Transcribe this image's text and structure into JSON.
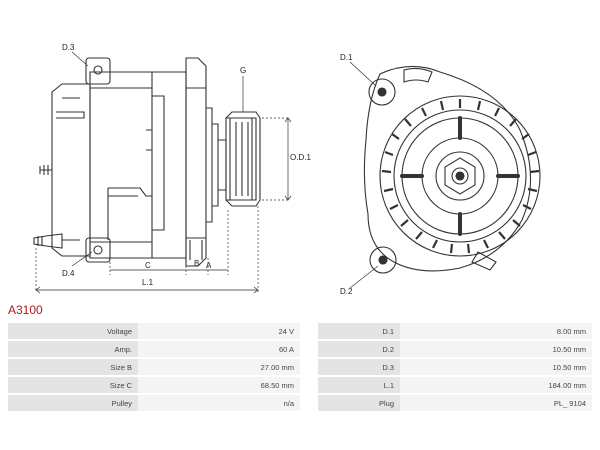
{
  "diagram": {
    "side_labels": {
      "d3": "D.3",
      "g": "G",
      "od1": "O.D.1",
      "d4": "D.4",
      "c": "C",
      "b": "B",
      "a": "A",
      "l1": "L.1"
    },
    "front_labels": {
      "d1": "D.1",
      "d2": "D.2"
    }
  },
  "product": {
    "code": "A3100"
  },
  "specs": [
    {
      "k1": "Voltage",
      "v1": "24 V",
      "k2": "D.1",
      "v2": "8.00 mm"
    },
    {
      "k1": "Amp.",
      "v1": "60 A",
      "k2": "D.2",
      "v2": "10.50 mm"
    },
    {
      "k1": "Size B",
      "v1": "27.00 mm",
      "k2": "D.3",
      "v2": "10.50 mm"
    },
    {
      "k1": "Size C",
      "v1": "68.50 mm",
      "k2": "L.1",
      "v2": "184.00 mm"
    },
    {
      "k1": "Pulley",
      "v1": "n/a",
      "k2": "Plug",
      "v2": "PL_ 9104"
    }
  ]
}
